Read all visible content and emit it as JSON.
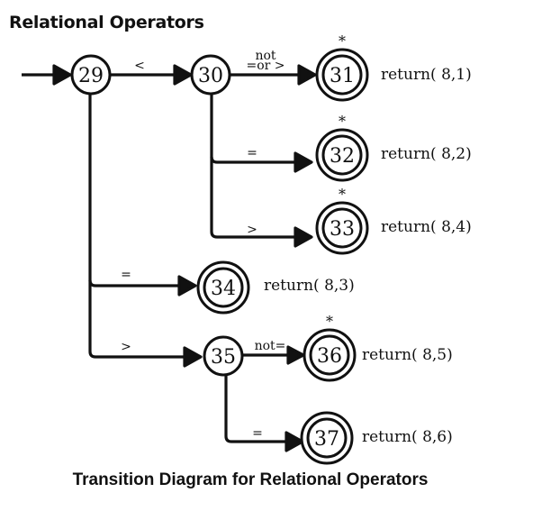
{
  "header": {
    "title": "Relational Operators"
  },
  "caption": "Transition Diagram for Relational Operators",
  "states": [
    {
      "id": "29",
      "label": "29",
      "final": false,
      "retract": false,
      "action": ""
    },
    {
      "id": "30",
      "label": "30",
      "final": false,
      "retract": false,
      "action": ""
    },
    {
      "id": "31",
      "label": "31",
      "final": true,
      "retract": true,
      "action": "return( 8,1)"
    },
    {
      "id": "32",
      "label": "32",
      "final": true,
      "retract": true,
      "action": "return( 8,2)"
    },
    {
      "id": "33",
      "label": "33",
      "final": true,
      "retract": true,
      "action": "return( 8,4)"
    },
    {
      "id": "34",
      "label": "34",
      "final": true,
      "retract": false,
      "action": "return( 8,3)"
    },
    {
      "id": "35",
      "label": "35",
      "final": false,
      "retract": false,
      "action": ""
    },
    {
      "id": "36",
      "label": "36",
      "final": true,
      "retract": true,
      "action": "return( 8,5)"
    },
    {
      "id": "37",
      "label": "37",
      "final": true,
      "retract": false,
      "action": "return( 8,6)"
    }
  ],
  "transitions": [
    {
      "from": "start",
      "to": "29",
      "label": ""
    },
    {
      "from": "29",
      "to": "30",
      "label": "<"
    },
    {
      "from": "30",
      "to": "31",
      "label_line1": "not",
      "label_line2": "=or >"
    },
    {
      "from": "30",
      "to": "32",
      "label": "="
    },
    {
      "from": "30",
      "to": "33",
      "label": ">"
    },
    {
      "from": "29",
      "to": "34",
      "label": "="
    },
    {
      "from": "29",
      "to": "35",
      "label": ">"
    },
    {
      "from": "35",
      "to": "36",
      "label": "not="
    },
    {
      "from": "35",
      "to": "37",
      "label": "="
    }
  ],
  "retract_marker": "*"
}
